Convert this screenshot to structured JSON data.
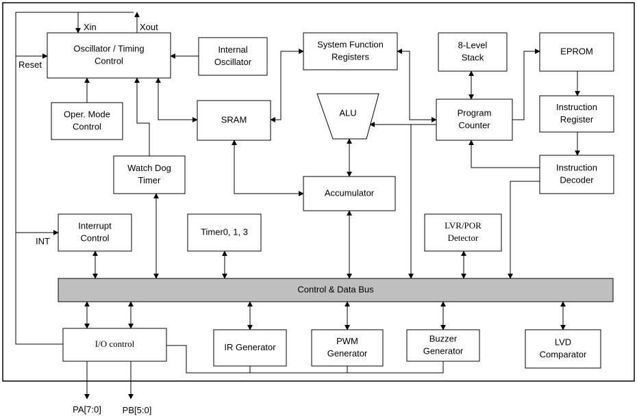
{
  "blocks": {
    "oscillator": [
      "Oscillator / Timing",
      "Control"
    ],
    "internal_osc": [
      "Internal",
      "Oscillator"
    ],
    "sys_func": [
      "System Function",
      "Registers"
    ],
    "stack": [
      "8-Level",
      "Stack"
    ],
    "eprom": [
      "EPROM"
    ],
    "oper_mode": [
      "Oper. Mode",
      "Control"
    ],
    "sram": [
      "SRAM"
    ],
    "alu": [
      "ALU"
    ],
    "program_counter": [
      "Program",
      "Counter"
    ],
    "instr_register": [
      "Instruction",
      "Register"
    ],
    "watchdog": [
      "Watch Dog",
      "Timer"
    ],
    "instr_decoder": [
      "Instruction",
      "Decoder"
    ],
    "accumulator": [
      "Accumulator"
    ],
    "interrupt": [
      "Interrupt",
      "Control"
    ],
    "timer": [
      "Timer0, 1, 3"
    ],
    "lvr_por": [
      "LVR/POR",
      "Detector"
    ],
    "bus": [
      "Control & Data Bus"
    ],
    "io_control": [
      "I/O control"
    ],
    "ir_gen": [
      "IR Generator"
    ],
    "pwm_gen": [
      "PWM",
      "Generator"
    ],
    "buzzer_gen": [
      "Buzzer",
      "Generator"
    ],
    "lvd": [
      "LVD",
      "Comparator"
    ]
  },
  "labels": {
    "xin": "Xin",
    "xout": "Xout",
    "reset": "Reset",
    "int": "INT",
    "pa": "PA[7:0]",
    "pb": "PB[5:0]"
  }
}
